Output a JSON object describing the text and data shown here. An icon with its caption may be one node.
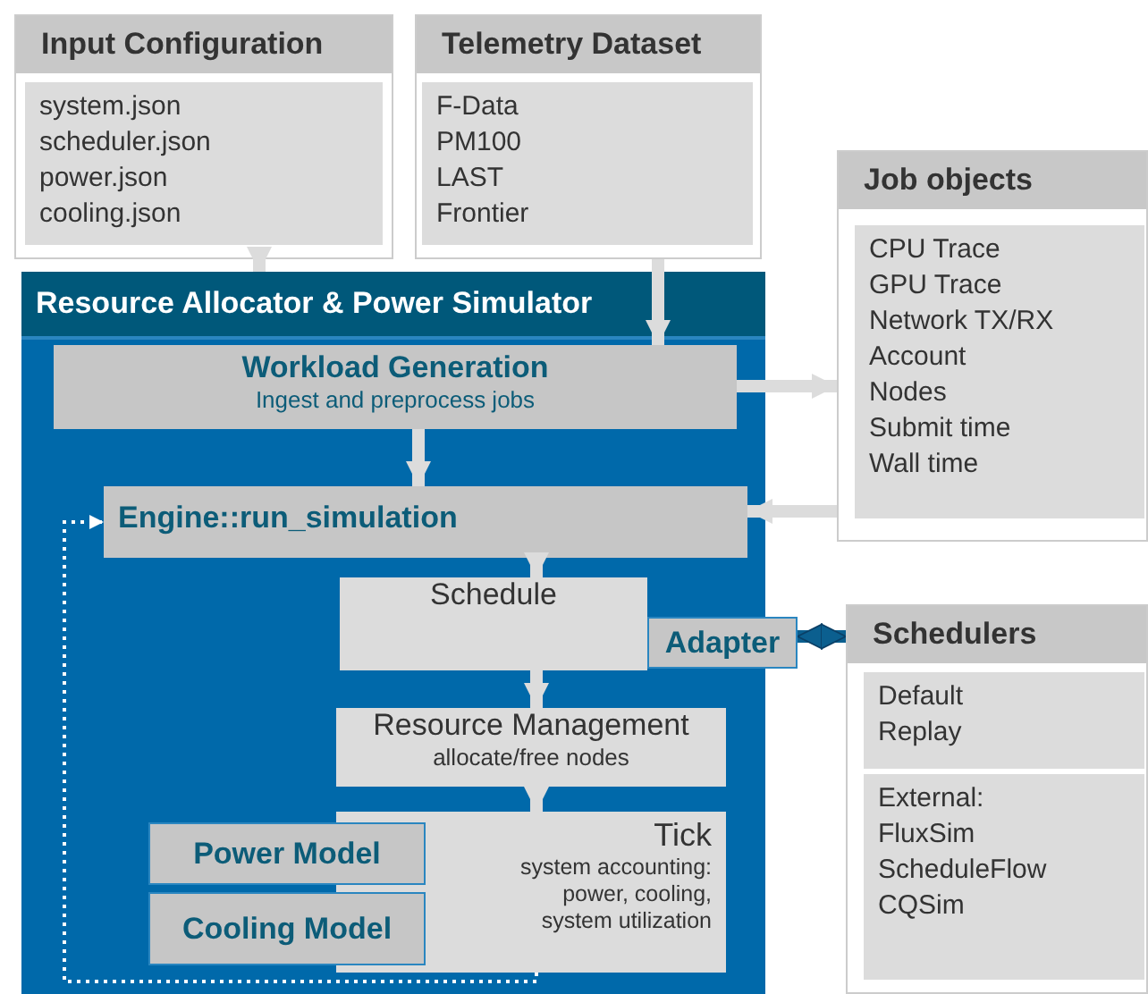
{
  "diagram": {
    "nodes": [
      {
        "text": [
          "Input Configuration"
        ]
      },
      {
        "text": [
          "system.json",
          "scheduler.json",
          "power.json",
          "cooling.json"
        ],
        "in": 0
      },
      {
        "text": [
          "Telemetry Dataset"
        ]
      },
      {
        "text": [
          "F-Data",
          "PM100",
          "LAST",
          "Frontier"
        ],
        "in": 2
      },
      {
        "text": [
          "Job objects"
        ]
      },
      {
        "text": [
          "CPU Trace",
          "GPU Trace",
          "Network TX/RX",
          "Account",
          "Nodes",
          "Submit time",
          "Wall time"
        ],
        "in": 4
      },
      {
        "text": [
          "Resource Allocator & Power Simulator"
        ]
      },
      {
        "text": [
          "Workload Generation",
          "Ingest and preprocess jobs"
        ],
        "in": 6
      },
      {
        "text": [
          "Engine::run_simulation"
        ],
        "in": 6
      },
      {
        "text": [
          "Schedule"
        ],
        "in": 6
      },
      {
        "text": [
          "Adapter"
        ]
      },
      {
        "text": [
          "Resource Management",
          "allocate/free nodes"
        ],
        "in": 6
      },
      {
        "text": [
          "Tick",
          "system accounting: power, cooling, system utilization"
        ],
        "in": 6
      },
      {
        "text": [
          "Power Model"
        ],
        "in": 6
      },
      {
        "text": [
          "Cooling Model"
        ],
        "in": 6
      },
      {
        "text": [
          "Schedulers"
        ]
      },
      {
        "text": [
          "Default",
          "Replay"
        ],
        "in": 15
      },
      {
        "text": [
          "External:",
          "FluxSim",
          "ScheduleFlow",
          "CQSim"
        ],
        "in": 15
      }
    ],
    "edges": [
      {
        "from": 0,
        "to": 6,
        "arrow": "to"
      },
      {
        "from": 2,
        "to": 7,
        "arrow": "to"
      },
      {
        "from": 7,
        "to": 4,
        "arrow": "to"
      },
      {
        "from": 7,
        "to": 8,
        "arrow": "to"
      },
      {
        "from": 4,
        "to": 8,
        "arrow": "to"
      },
      {
        "from": 8,
        "to": 9,
        "arrow": "to"
      },
      {
        "from": 9,
        "to": 11,
        "arrow": "to"
      },
      {
        "from": 11,
        "to": 12,
        "arrow": "to"
      },
      {
        "from": 10,
        "to": 15,
        "arrow": "both",
        "color": "#0b5f8f"
      },
      {
        "from": 12,
        "to": 8,
        "arrow": "to",
        "style": "dashed",
        "color": "#ffffff"
      }
    ]
  }
}
